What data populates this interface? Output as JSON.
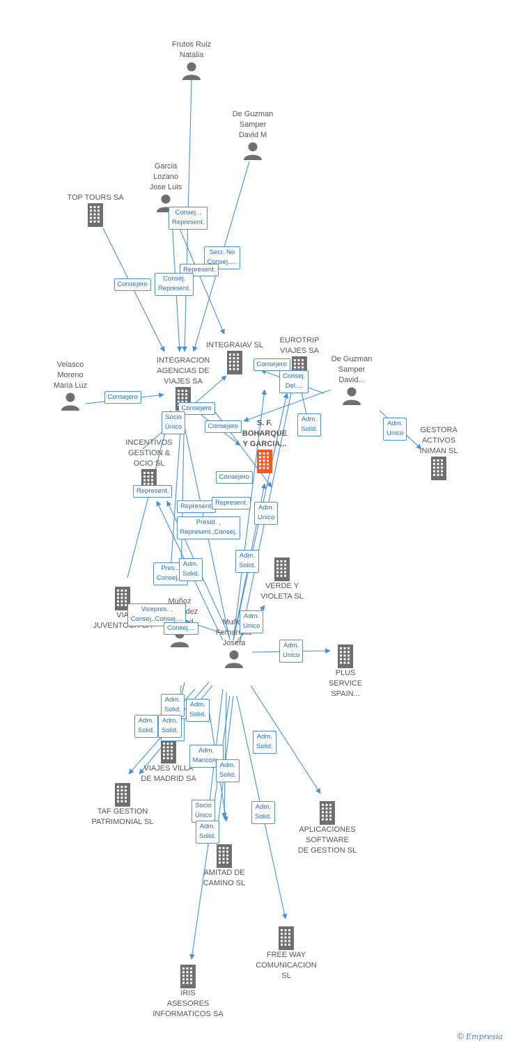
{
  "nodes": [
    {
      "id": "frutos",
      "type": "person",
      "label": "Frutos Ruiz\nNatalia"
    },
    {
      "id": "deguzman_m",
      "type": "person",
      "label": "De Guzman\nSamper\nDavid M"
    },
    {
      "id": "garcia",
      "type": "person",
      "label": "Garcia\nLozano\nJose Luis"
    },
    {
      "id": "toptours",
      "type": "company",
      "label": "TOP TOURS SA"
    },
    {
      "id": "integraiav",
      "type": "company",
      "label": "INTEGRAIAV SL"
    },
    {
      "id": "eurotrip",
      "type": "company",
      "label": "EUROTRIP\nVIAJES SA"
    },
    {
      "id": "deguzman_d",
      "type": "person",
      "label": "De Guzman\nSamper\nDavid..."
    },
    {
      "id": "integracion",
      "type": "company",
      "label": "INTEGRACION\nAGENCIAS DE\nVIAJES SA"
    },
    {
      "id": "velasco",
      "type": "person",
      "label": "Velasco\nMoreno\nMaria Luz"
    },
    {
      "id": "sfboharque",
      "type": "company_main",
      "label": "S. F.\nBOHARQUE\nY GARCIA..."
    },
    {
      "id": "gestora",
      "type": "company",
      "label": "GESTORA\nACTIVOS\nINIMAN SL"
    },
    {
      "id": "incentivos",
      "type": "company",
      "label": "INCENTIVOS\nGESTION &\nOCIO SL"
    },
    {
      "id": "verde",
      "type": "company",
      "label": "VERDE Y\nVIOLETA SL"
    },
    {
      "id": "viajuventour",
      "type": "company",
      "label": "VIA\nJUVENTOUR SA"
    },
    {
      "id": "trinidad",
      "type": "person",
      "label": "Muñoz\nFernandez\nTrinidad"
    },
    {
      "id": "josefa",
      "type": "person",
      "label": "Muñoz\nFernandez\nJosefa"
    },
    {
      "id": "plus",
      "type": "company",
      "label": "PLUS\nSERVICE\nSPAIN..."
    },
    {
      "id": "viajesvilla",
      "type": "company",
      "label": "VIAJES VILLA\nDE MADRID SA"
    },
    {
      "id": "taf",
      "type": "company",
      "label": "TAF GESTION\nPATRIMONIAL SL"
    },
    {
      "id": "aplicaciones",
      "type": "company",
      "label": "APLICACIONES\nSOFTWARE\nDE GESTION SL"
    },
    {
      "id": "amitad",
      "type": "company",
      "label": "AMITAD DE\nCAMINO SL"
    },
    {
      "id": "freeway",
      "type": "company",
      "label": "FREE WAY\nCOMUNICACION\nSL"
    },
    {
      "id": "iris",
      "type": "company",
      "label": "IRIS\nASESORES\nINFORMATICOS SA"
    }
  ],
  "edge_labels": [
    "Consej. ,\nRepresent.",
    "Secr.  No\nConsej.,...",
    "Represent.",
    "Consejero",
    "Consej.\nRepresent.",
    "Consejero",
    "Consej.\nDel....",
    "Represent.",
    "Consejero",
    "Consejero",
    "Socio\nÚnico",
    "Adm.\nSolid.",
    "Adm.\nUnico",
    "Consejero",
    "Consejero",
    "Represent.",
    "Represent.",
    "Adm.\nUnico",
    "Presid. ,\nRepresent.,Consej.",
    "Pres...\nConsej....",
    "Adm.\nSolid.",
    "Adm.\nSolid.",
    "Vicepres. ,\nConsej.,Consej....",
    "Consej....",
    "Adm.\nUnico",
    "Adm.\nUnico",
    "Adm.\nSolid.",
    "Adm.\nSolid.",
    "Adm.\nSolid.",
    "Adm.\nSolid.",
    "Adm.\nSolid.",
    "Adm.\nMancom.",
    "Adm.\nSolid.",
    "Adm.\nSolid.",
    "Socio\nÚnico",
    "Adm.\nSolid.",
    "Adm.\nSolid."
  ],
  "footer": {
    "copyright": "©",
    "brand": "Empresia"
  },
  "colors": {
    "edge": "#4a90d9",
    "icon": "#6f6f6f",
    "main_company": "#f05a28",
    "label_text": "#2b6cb5"
  }
}
